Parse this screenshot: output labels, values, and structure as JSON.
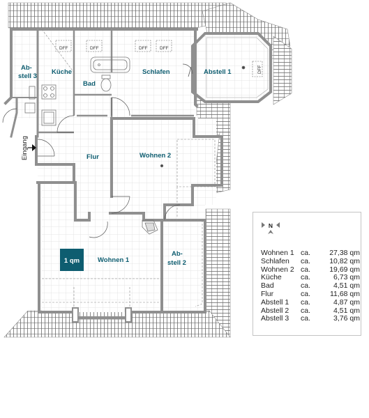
{
  "rooms": {
    "wohnen1": "Wohnen 1",
    "wohnen2": "Wohnen 2",
    "schlafen": "Schlafen",
    "kueche": "Küche",
    "bad": "Bad",
    "flur": "Flur",
    "abstell1": "Abstell 1",
    "abstell2_line1": "Ab-",
    "abstell2_line2": "stell 2",
    "abstell3_line1": "Ab-",
    "abstell3_line2": "stell 3"
  },
  "entrance_label": "Eingang",
  "window_label": "DFF",
  "scale_box_label": "1 qm",
  "compass_label": "N",
  "colors": {
    "accent": "#0e5d70",
    "wall": "#8f8f8f",
    "grid": "#dcdcdc",
    "roof_tile": "#6a6a6a"
  },
  "area_table": [
    {
      "name": "Wohnen 1",
      "ca": "ca.",
      "value": "27,38 qm"
    },
    {
      "name": "Schlafen",
      "ca": "ca.",
      "value": "10,82 qm"
    },
    {
      "name": "Wohnen 2",
      "ca": "ca.",
      "value": "19,69 qm"
    },
    {
      "name": "Küche",
      "ca": "ca.",
      "value": "6,73 qm"
    },
    {
      "name": "Bad",
      "ca": "ca.",
      "value": "4,51 qm"
    },
    {
      "name": "Flur",
      "ca": "ca.",
      "value": "11,68 qm"
    },
    {
      "name": "Abstell 1",
      "ca": "ca.",
      "value": "4,87 qm"
    },
    {
      "name": "Abstell 2",
      "ca": "ca.",
      "value": "4,51 qm"
    },
    {
      "name": "Abstell 3",
      "ca": "ca.",
      "value": "3,76 qm"
    }
  ]
}
